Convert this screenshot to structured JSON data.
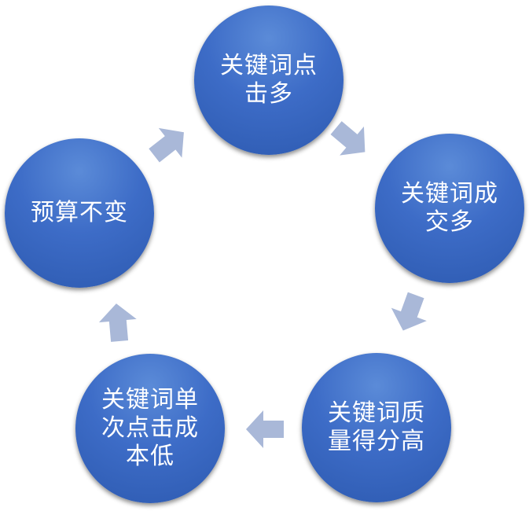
{
  "nodes": [
    {
      "label": "关键词点\n击多"
    },
    {
      "label": "关键词成\n交多"
    },
    {
      "label": "关键词质\n量得分高"
    },
    {
      "label": "关键词单\n次点击成\n本低"
    },
    {
      "label": "预算不变"
    }
  ],
  "colors": {
    "node_fill": "#3d6cc7",
    "node_fill_light": "#5b8bd8",
    "arrow_fill": "#a9b8d8",
    "text": "#ffffff"
  },
  "icons": [
    "arrow-icon"
  ]
}
